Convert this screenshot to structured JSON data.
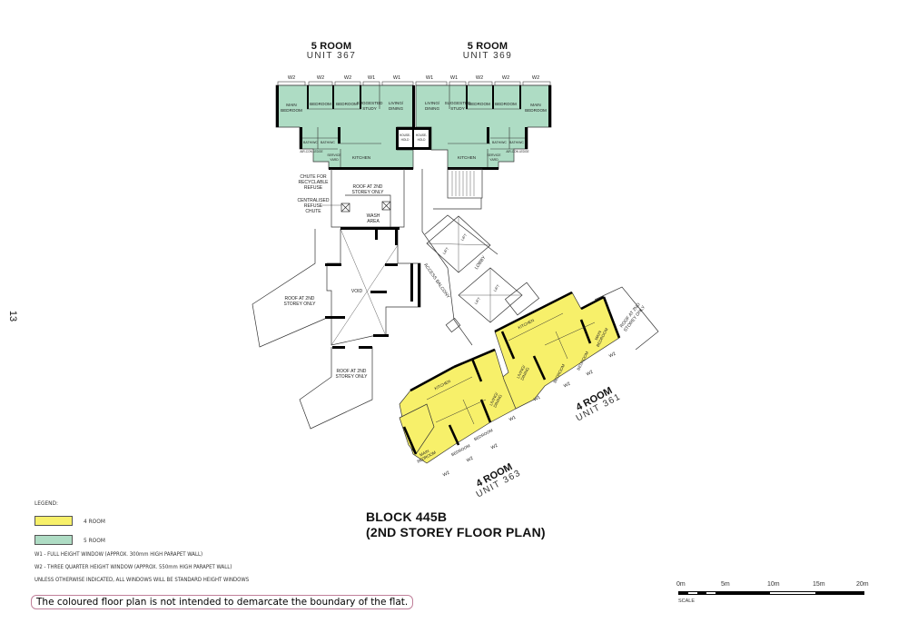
{
  "page": {
    "number": "13"
  },
  "title": {
    "line1": "BLOCK 445B",
    "line2": "(2ND STOREY FLOOR PLAN)"
  },
  "units": [
    {
      "id": "unit-367",
      "type": "5 ROOM",
      "unit": "UNIT  367"
    },
    {
      "id": "unit-369",
      "type": "5 ROOM",
      "unit": "UNIT  369"
    },
    {
      "id": "unit-361",
      "type": "4 ROOM",
      "unit": "UNIT  361"
    },
    {
      "id": "unit-363",
      "type": "4 ROOM",
      "unit": "UNIT  363"
    }
  ],
  "colors": {
    "four_room": "#f7f06a",
    "five_room": "#aedcc4",
    "wall": "#000000",
    "disclaimer_border": "#c0809a"
  },
  "rooms": {
    "main_bedroom": "MAIN BEDROOM",
    "bedroom": "BEDROOM",
    "suggested_study": "SUGGESTED STUDY",
    "living_dining": "LIVING/ DINING",
    "household_shelter": "HOUSE-HOLD SHELTER",
    "bath_wc": "BATH/WC",
    "kitchen": "KITCHEN",
    "service_yard": "SERVICE YARD",
    "air_con_ledge": "AIR-CON LEDGE"
  },
  "windows": {
    "w1": "W1",
    "w2": "W2"
  },
  "top_window_labels": [
    "W2",
    "W2",
    "W2",
    "W1",
    "W1",
    "W1",
    "W1",
    "W2",
    "W2",
    "W2"
  ],
  "annotations": {
    "chute_recyclable": "CHUTE FOR RECYCLABLE REFUSE",
    "centralised_chute": "CENTRALISED REFUSE CHUTE",
    "roof_2nd_top": "ROOF AT 2ND STOREY ONLY",
    "wash_area": "WASH AREA",
    "void": "VOID",
    "roof_2nd_left": "ROOF AT 2ND STOREY ONLY",
    "roof_2nd_bottom": "ROOF AT 2ND STOREY ONLY",
    "roof_2nd_right": "ROOF AT 2ND STOREY ONLY",
    "access_balcony": "ACCESS BALCONY",
    "lobby": "LOBBY",
    "lift": "LIFT"
  },
  "legend": {
    "heading": "LEGEND:",
    "items": [
      {
        "label": "4 ROOM",
        "color": "#f7f06a"
      },
      {
        "label": "5 ROOM",
        "color": "#aedcc4"
      }
    ],
    "notes": [
      "W1 - FULL HEIGHT WINDOW (APPROX. 300mm HIGH PARAPET WALL)",
      "W2 - THREE QUARTER HEIGHT WINDOW (APPROX. 550mm HIGH PARAPET WALL)",
      "UNLESS OTHERWISE INDICATED, ALL WINDOWS WILL BE STANDARD HEIGHT WINDOWS"
    ]
  },
  "disclaimer": "The coloured floor plan is not intended to demarcate the boundary of the flat.",
  "scale": {
    "ticks": [
      "0m",
      "5m",
      "10m",
      "15m",
      "20m"
    ],
    "label": "SCALE"
  }
}
